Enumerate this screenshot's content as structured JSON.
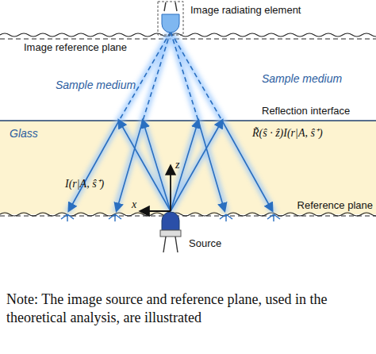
{
  "diagram": {
    "caption": "Note: The image source and reference plane, used in the theoretical analysis, are illustrated",
    "nodes": [
      {
        "text": [
          "Glass"
        ]
      }
    ],
    "labels": [
      "Image radiating element",
      "Image reference plane",
      "Sample medium",
      "Sample medium",
      "Reflection interface",
      "R̃(ŝ · ẑ)I(r|A, ŝ⁺)",
      "z",
      "I(r|A, ŝ⁺)",
      "x",
      "Reference plane",
      "Source"
    ]
  }
}
